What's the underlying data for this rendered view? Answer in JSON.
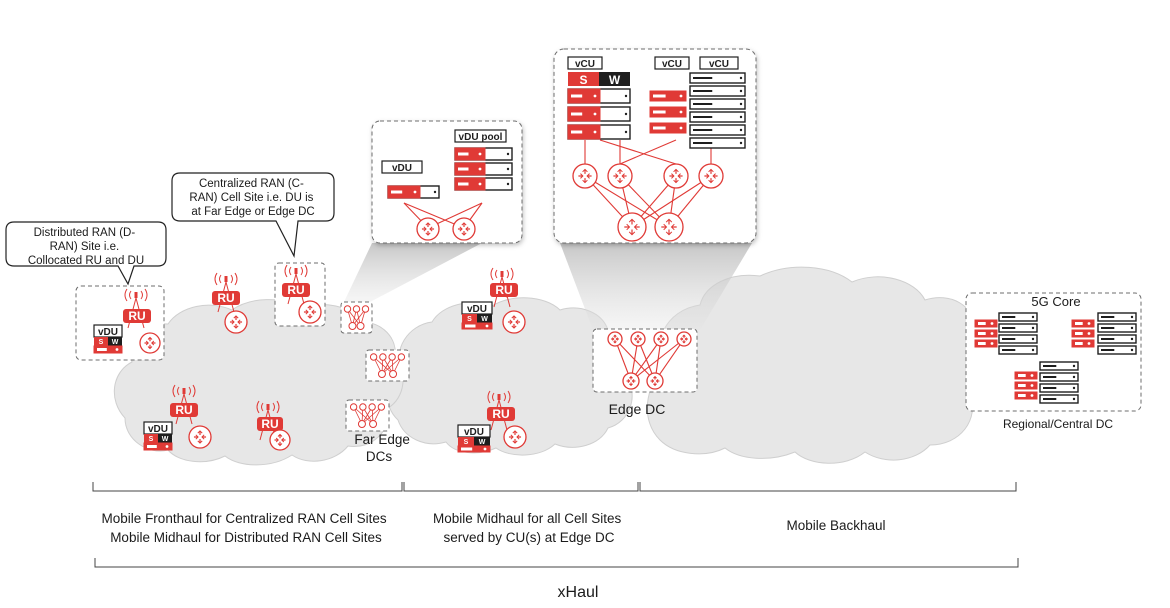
{
  "colors": {
    "red": "#e03a36",
    "dark": "#1e1e1e",
    "cloud": "#e6e6e6",
    "cloud_edge": "#cfcfcf",
    "dashed": "#707070",
    "bracket": "#444444"
  },
  "icons": [
    "antenna-icon",
    "router-icon",
    "server-icon",
    "switch-icon"
  ],
  "callouts": {
    "dran": [
      "Distributed RAN (D-",
      "RAN) Site i.e.",
      "Collocated RU and DU"
    ],
    "cran": [
      "Centralized RAN (C-",
      "RAN) Cell Site i.e. DU is",
      "at Far Edge or Edge DC"
    ]
  },
  "tags": {
    "ru": "RU",
    "vdu": "vDU",
    "vdu_pool": "vDU pool",
    "vcu": "vCU",
    "s": "S",
    "w": "W"
  },
  "sites": {
    "far_edge": [
      "Far Edge",
      "DCs"
    ],
    "edge_dc": "Edge DC",
    "core_title": "5G Core",
    "core_caption": "Regional/Central DC"
  },
  "spans": {
    "fronthaul": [
      "Mobile Fronthaul for Centralized RAN Cell Sites",
      "Mobile Midhaul for Distributed RAN Cell Sites"
    ],
    "midhaul": [
      "Mobile Midhaul for all Cell Sites",
      "served by CU(s) at Edge DC"
    ],
    "backhaul": "Mobile Backhaul",
    "xhaul": "xHaul"
  }
}
